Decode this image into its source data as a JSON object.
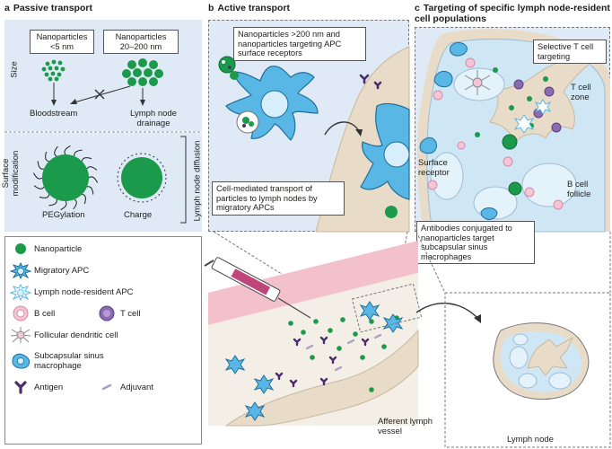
{
  "panel_a": {
    "letter": "a",
    "title": "Passive transport",
    "small_np_label": "Nanoparticles <5 nm",
    "large_np_label": "Nanoparticles 20–200 nm",
    "size_label": "Size",
    "bloodstream_label": "Bloodstream",
    "lymph_drainage_label": "Lymph node drainage",
    "surface_mod_label": "Surface modification",
    "pegylation_label": "PEGylation",
    "charge_label": "Charge",
    "diffusion_label": "Lymph node diffusion"
  },
  "panel_b": {
    "letter": "b",
    "title": "Active transport",
    "top_callout": "Nanoparticles >200 nm and nanoparticles targeting APC surface receptors",
    "bottom_callout": "Cell-mediated transport of particles to lymph nodes by migratory APCs"
  },
  "panel_c": {
    "letter": "c",
    "title": "Targeting of specific lymph node-resident cell populations",
    "selective_t_label": "Selective T cell targeting",
    "t_zone_label": "T cell zone",
    "surface_receptor_label": "Surface receptor",
    "b_follicle_label": "B cell follicle",
    "antibodies_callout": "Antibodies conjugated to nanoparticles target subcapsular sinus macrophages"
  },
  "legend": {
    "nanoparticle": "Nanoparticle",
    "migratory_apc": "Migratory APC",
    "resident_apc": "Lymph node-resident APC",
    "b_cell": "B cell",
    "t_cell": "T cell",
    "fdc": "Follicular dendritic cell",
    "ssm": "Subcapsular sinus macrophage",
    "antigen": "Antigen",
    "adjuvant": "Adjuvant"
  },
  "scene": {
    "afferent_label": "Afferent lymph vessel",
    "lymph_node_label": "Lymph node"
  },
  "colors": {
    "nanoparticle_green": "#1a9a4a",
    "panel_bg": "#dfeaf6",
    "apc_blue": "#59b7e6",
    "tissue_tan": "#e8dcc8",
    "skin_pink": "#f3c1cc",
    "antigen_purple": "#4a2c6e",
    "t_cell_purple": "#8a6bb0",
    "b_cell_pink": "#f2c6d4"
  }
}
